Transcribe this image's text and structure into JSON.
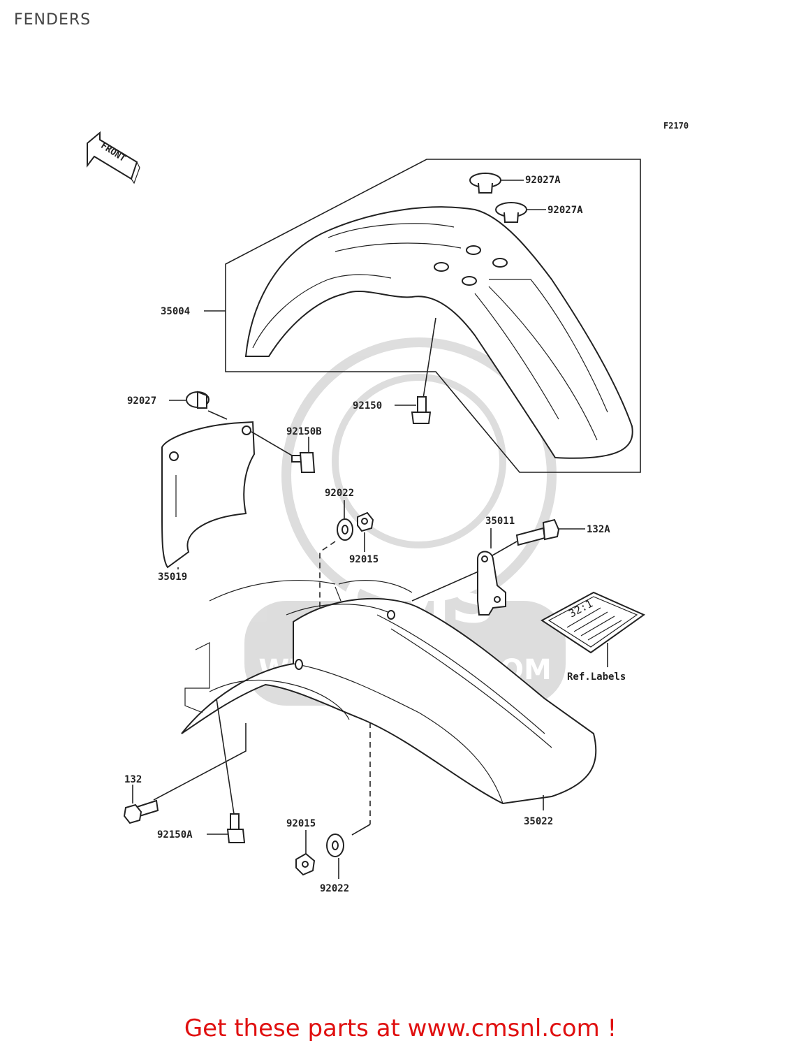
{
  "page_title": "FENDERS",
  "figure_code": "F2170",
  "front_marker": "FRONT",
  "labels": {
    "p92027A_1": "92027A",
    "p92027A_2": "92027A",
    "p35004": "35004",
    "p92027": "92027",
    "p92150": "92150",
    "p92150B": "92150B",
    "p92022_top": "92022",
    "p92015_top": "92015",
    "p35011": "35011",
    "p132A": "132A",
    "p35019": "35019",
    "ref_labels": "Ref.Labels",
    "p132": "132",
    "p92150A": "92150A",
    "p92015_bottom": "92015",
    "p35022": "35022",
    "p92022_bottom": "92022"
  },
  "label_sticker_text": "32:1",
  "watermark_text": "WWW.CMSNL.COM",
  "watermark_logo": "CMS",
  "promo_text": "Get these parts at www.cmsnl.com !"
}
